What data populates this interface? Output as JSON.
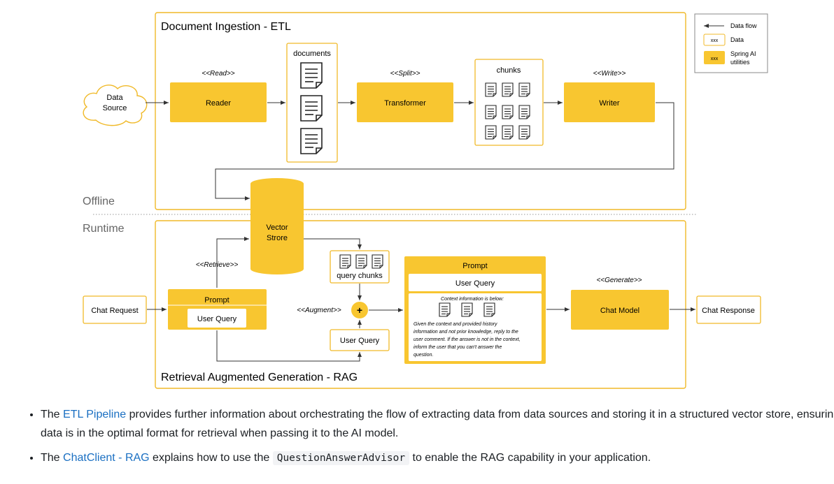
{
  "colors": {
    "accent": "#f8c630",
    "box_border": "#f0b928",
    "line": "#333333",
    "text": "#111111",
    "link": "#1a6fc2",
    "divider": "#999999"
  },
  "legend": {
    "data_flow": "Data flow",
    "data_xxx": "xxx",
    "data": "Data",
    "util_xxx": "xxx",
    "utils_line1": "Spring AI",
    "utils_line2": "utilities"
  },
  "sections": {
    "etl_title": "Document Ingestion - ETL",
    "rag_title": "Retrieval Augmented Generation - RAG",
    "offline": "Offline",
    "runtime": "Runtime"
  },
  "etl": {
    "source_line1": "Data",
    "source_line2": "Source",
    "read_stereotype": "<<Read>>",
    "reader": "Reader",
    "documents": "documents",
    "split_stereotype": "<<Split>>",
    "transformer": "Transformer",
    "chunks": "chunks",
    "write_stereotype": "<<Write>>",
    "writer": "Writer"
  },
  "store": {
    "line1": "Vector",
    "line2": "Strore"
  },
  "rag": {
    "retrieve_stereotype": "<<Retrieve>>",
    "chat_request": "Chat Request",
    "prompt_title": "Prompt",
    "user_query": "User Query",
    "query_chunks": "query chunks",
    "augment_stereotype": "<<Augment>>",
    "plus": "+",
    "user_query_box": "User Query",
    "prompt2_title": "Prompt",
    "prompt2_user_query": "User Query",
    "context_label": "Context information is below:",
    "instruction_lines": [
      "Given the context and provided history",
      "information and not prior knowledge, reply to the",
      "user comment. If the answer is not in the context,",
      "inform the user that you can't answer the",
      "question."
    ],
    "generate_stereotype": "<<Generate>>",
    "chat_model": "Chat Model",
    "chat_response": "Chat Response"
  },
  "notes": [
    {
      "pre": "The ",
      "link": "ETL Pipeline",
      "post": " provides further information about orchestrating the flow of extracting data from data sources and storing it in a structured vector store, ensuring data is in the optimal format for retrieval when passing it to the AI model."
    },
    {
      "pre": "The ",
      "link": "ChatClient - RAG",
      "mid": " explains how to use the ",
      "code": "QuestionAnswerAdvisor",
      "post": " to enable the RAG capability in your application."
    }
  ]
}
